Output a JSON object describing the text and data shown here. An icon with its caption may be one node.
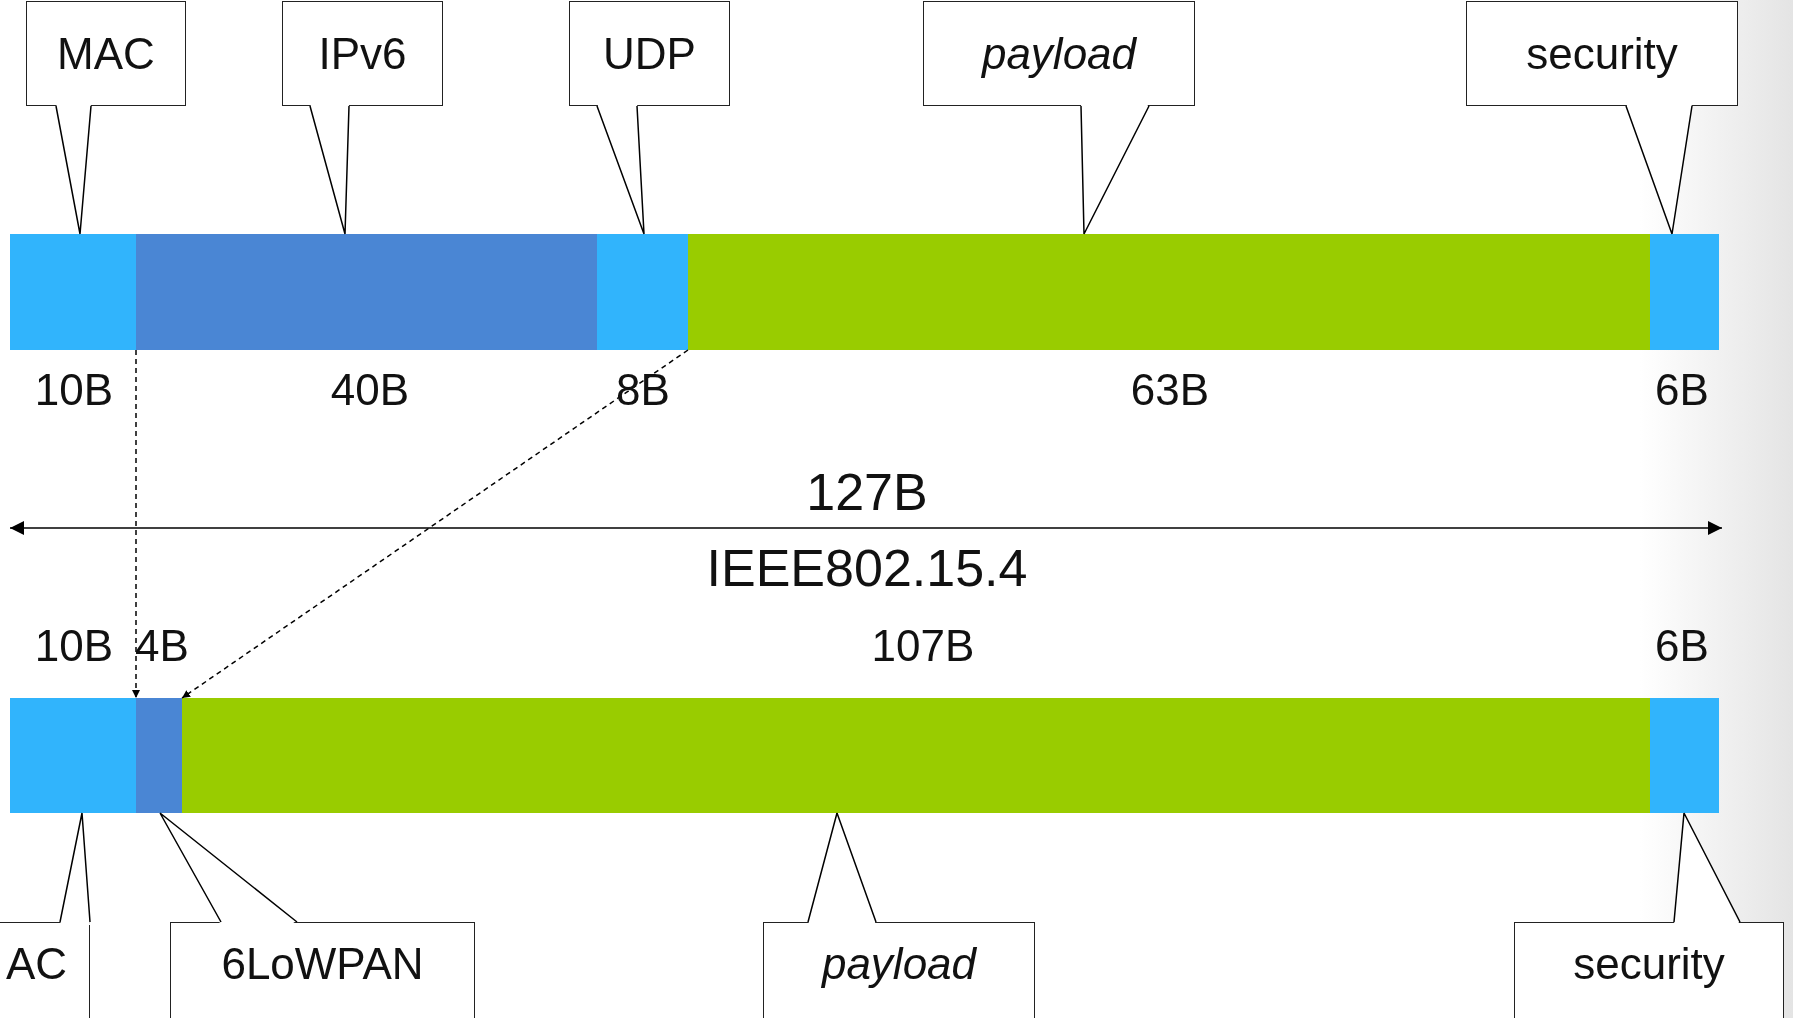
{
  "diagram": {
    "nodes": [
      {
        "text": [
          "MAC"
        ]
      },
      {
        "text": [
          "IPv6"
        ]
      },
      {
        "text": [
          "UDP"
        ]
      },
      {
        "text": [
          "payload"
        ]
      },
      {
        "text": [
          "security"
        ]
      },
      {
        "text": [],
        "shape": "bar"
      },
      {
        "text": [],
        "shape": "bar"
      },
      {
        "text": [],
        "shape": "bar"
      },
      {
        "text": [],
        "shape": "bar"
      },
      {
        "text": [],
        "shape": "bar"
      },
      {
        "text": [],
        "shape": "bar"
      },
      {
        "text": [],
        "shape": "bar"
      },
      {
        "text": [],
        "shape": "bar"
      },
      {
        "text": [],
        "shape": "bar"
      },
      {
        "text": [
          "AC"
        ]
      },
      {
        "text": [
          "6LoWPAN"
        ]
      },
      {
        "text": [
          "payload"
        ]
      },
      {
        "text": [
          "security"
        ]
      }
    ],
    "edges": [
      {
        "from": 0,
        "to": 5,
        "arrow": "none"
      },
      {
        "from": 1,
        "to": 6,
        "arrow": "none"
      },
      {
        "from": 2,
        "to": 7,
        "arrow": "none"
      },
      {
        "from": 3,
        "to": 8,
        "arrow": "none"
      },
      {
        "from": 4,
        "to": 9,
        "arrow": "none"
      },
      {
        "from": 6,
        "to": 11,
        "arrow": "to",
        "style": "dashed"
      },
      {
        "from": 8,
        "to": 11,
        "arrow": "to",
        "style": "dashed"
      },
      {
        "from": 14,
        "to": 10,
        "arrow": "none"
      },
      {
        "from": 15,
        "to": 11,
        "arrow": "none"
      },
      {
        "from": 16,
        "to": 12,
        "arrow": "none"
      },
      {
        "from": 17,
        "to": 13,
        "arrow": "none"
      }
    ],
    "labels": [
      "10B",
      "40B",
      "8B",
      "63B",
      "6B",
      "127B",
      "IEEE802.15.4",
      "10B",
      "4B",
      "107B",
      "6B"
    ]
  }
}
